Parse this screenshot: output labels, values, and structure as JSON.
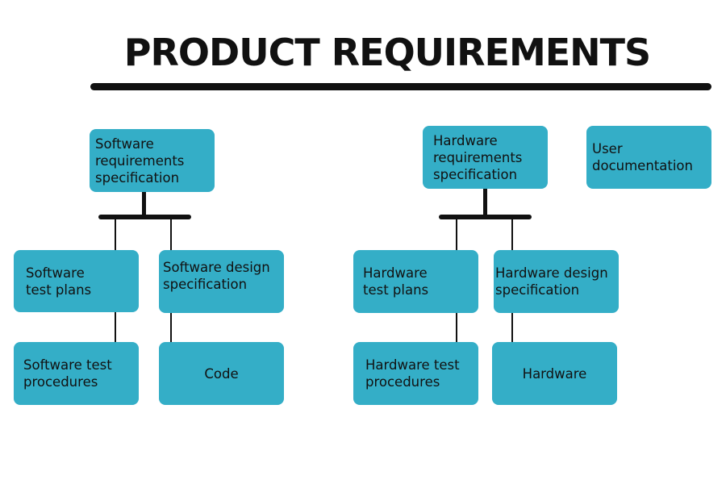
{
  "title": "PRODUCT REQUIREMENTS",
  "nodes": {
    "sw_req": "Software\nrequirements\nspecification",
    "sw_test_plans": "Software\ntest plans",
    "sw_design": "Software design\nspecification",
    "sw_test_proc": "Software test\nprocedures",
    "code": "Code",
    "hw_req": "Hardware\nrequirements\nspecification",
    "hw_test_plans": "Hardware\ntest plans",
    "hw_design": "Hardware design\nspecification",
    "hw_test_proc": "Hardware test\nprocedures",
    "hardware": "Hardware",
    "user_doc": "User\ndocumentation"
  },
  "colors": {
    "node_fill": "#34aec7",
    "line": "#111111"
  }
}
